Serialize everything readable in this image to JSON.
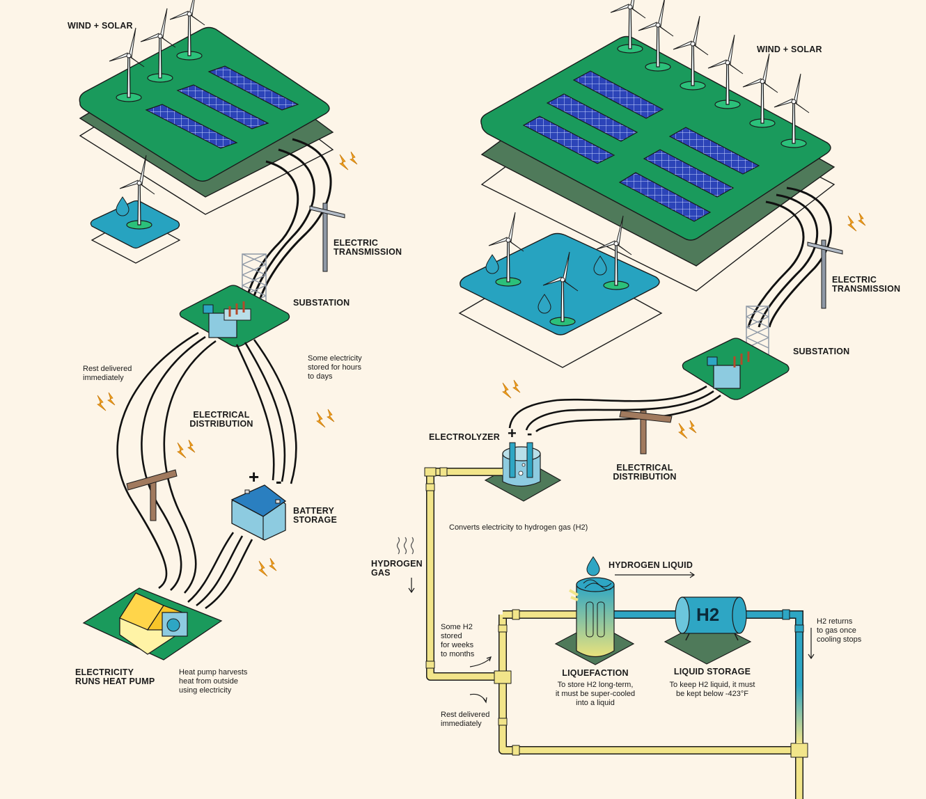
{
  "left_system": {
    "wind_solar": "WIND + SOLAR",
    "electric_transmission": "ELECTRIC\nTRANSMISSION",
    "substation": "SUBSTATION",
    "rest_delivered": "Rest delivered\nimmediately",
    "some_electricity_stored": "Some electricity\nstored for hours\nto days",
    "electrical_distribution": "ELECTRICAL\nDISTRIBUTION",
    "battery_storage": "BATTERY\nSTORAGE",
    "battery_plus": "+",
    "battery_minus": "-",
    "electricity_runs_heat_pump": "ELECTRICITY\nRUNS HEAT PUMP",
    "heat_pump_note": "Heat pump harvests\nheat from outside\nusing electricity"
  },
  "right_system": {
    "wind_solar": "WIND + SOLAR",
    "electric_transmission": "ELECTRIC\nTRANSMISSION",
    "substation": "SUBSTATION",
    "electrolyzer": "ELECTROLYZER",
    "electrolyzer_plus": "+",
    "electrolyzer_minus": "-",
    "electrical_distribution": "ELECTRICAL\nDISTRIBUTION",
    "converts_note": "Converts electricity to hydrogen gas (H2)",
    "hydrogen_gas": "HYDROGEN\nGAS",
    "hydrogen_liquid": "HYDROGEN LIQUID",
    "some_h2_stored": "Some H2\nstored\nfor weeks\nto months",
    "rest_delivered": "Rest delivered\nimmediately",
    "liquefaction": "LIQUEFACTION",
    "liquefaction_note": "To store H2 long-term,\nit must be super-cooled\ninto a liquid",
    "liquid_storage": "LIQUID STORAGE",
    "liquid_storage_note": "To keep H2 liquid, it must\nbe kept below -423°F",
    "tank_label": "H2",
    "h2_returns_note": "H2 returns\nto gas once\ncooling stops"
  },
  "colors": {
    "background": "#fdf5e8",
    "land_green": "#1a9a5c",
    "land_dark": "#4f7a5a",
    "water_blue": "#27a3c0",
    "solar_blue": "#2c44b8",
    "hydrogen_gas_pipe": "#f2e58a",
    "hydrogen_liquid_pipe": "#2ea6c4",
    "spark": "#f3a21f",
    "house": "#ffd54a"
  }
}
